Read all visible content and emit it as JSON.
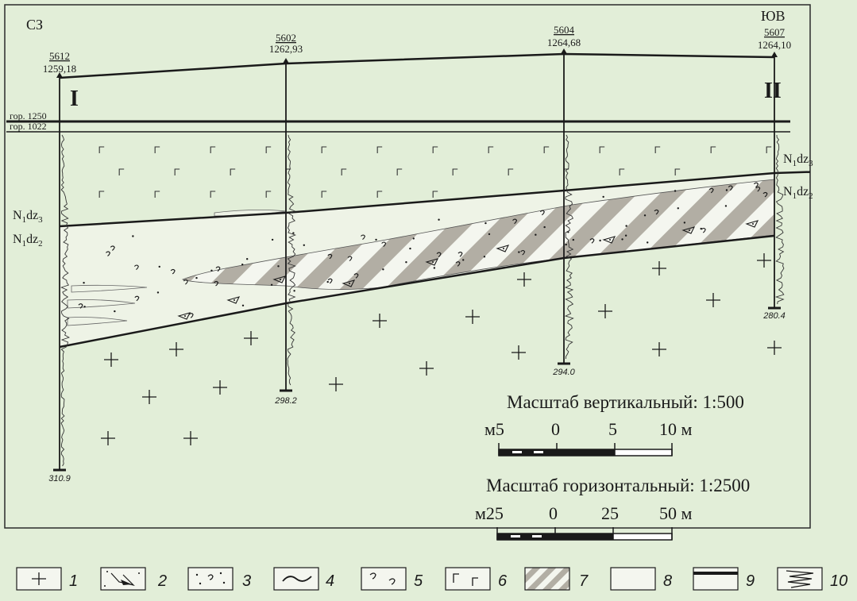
{
  "header": {
    "dir_left": "СЗ",
    "dir_right": "ЮВ",
    "section_start": "I",
    "section_end": "II"
  },
  "horizons": {
    "upper": "гор. 1250",
    "lower": "гор. 1022"
  },
  "wells": [
    {
      "number": "5612",
      "elevation": "1259,18",
      "depth": "310.9"
    },
    {
      "number": "5602",
      "elevation": "1262,93",
      "depth": "298.2"
    },
    {
      "number": "5604",
      "elevation": "1264,68",
      "depth": "294.0"
    },
    {
      "number": "5607",
      "elevation": "1264,10",
      "depth": "280.4"
    }
  ],
  "strata": {
    "left_upper": {
      "base": "N",
      "sub": "1",
      "mid": "dz",
      "sub2": "3"
    },
    "left_lower": {
      "base": "N",
      "sub": "1",
      "mid": "dz",
      "sub2": "2"
    },
    "right_upper": {
      "base": "N",
      "sub": "1",
      "mid": "dz",
      "sub2": "3"
    },
    "right_lower": {
      "base": "N",
      "sub": "1",
      "mid": "dz",
      "sub2": "2"
    }
  },
  "scales": {
    "vertical": {
      "title": "Масштаб вертикальный: 1:500",
      "ticks": [
        "м5",
        "0",
        "5",
        "10 м"
      ]
    },
    "horizontal": {
      "title": "Масштаб горизонтальный: 1:2500",
      "ticks": [
        "м25",
        "0",
        "25",
        "50 м"
      ]
    }
  },
  "legend": {
    "items": [
      {
        "num": "1",
        "pattern": "granite"
      },
      {
        "num": "2",
        "pattern": "breccia"
      },
      {
        "num": "3",
        "pattern": "sand"
      },
      {
        "num": "4",
        "pattern": "contact"
      },
      {
        "num": "5",
        "pattern": "shells"
      },
      {
        "num": "6",
        "pattern": "basalt"
      },
      {
        "num": "7",
        "pattern": "ore-hatch"
      },
      {
        "num": "8",
        "pattern": "empty"
      },
      {
        "num": "9",
        "pattern": "horizon-line"
      },
      {
        "num": "10",
        "pattern": "log-curve"
      }
    ]
  },
  "colors": {
    "background": "#e2eed8",
    "ore_hatch": "#b2aea4",
    "line": "#1a1a1a"
  }
}
